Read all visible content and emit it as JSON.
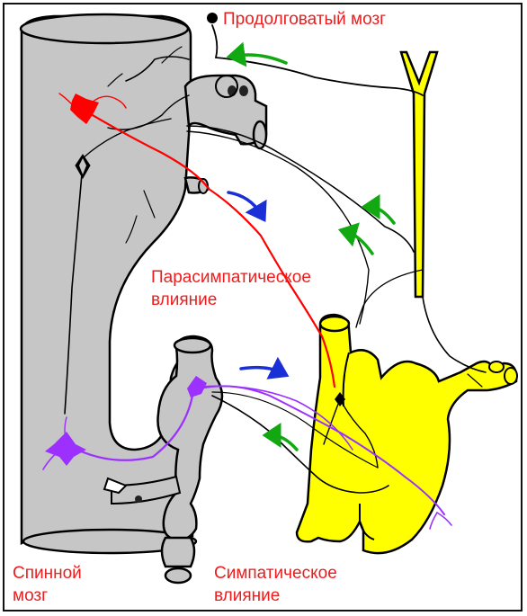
{
  "labels": {
    "medulla": "Продолговатый мозг",
    "parasympathetic_line1": "Парасимпатическое",
    "parasympathetic_line2": "влияние",
    "spinal_line1": "Спинной",
    "spinal_line2": "мозг",
    "sympathetic_line1": "Симпатическое",
    "sympathetic_line2": "влияние"
  },
  "colors": {
    "text": "#ee1c1c",
    "spinal_cord": "#c6c6c6",
    "heart": "#ffff00",
    "parasympathetic_neuron": "#ff0000",
    "sympathetic_neuron": "#9b30ff",
    "efferent_arrow": "#1a2fd6",
    "afferent_arrow": "#12a812",
    "outline": "#000000"
  },
  "icons": {
    "efferent": "blue-arrow-icon",
    "afferent": "green-arrow-icon"
  }
}
